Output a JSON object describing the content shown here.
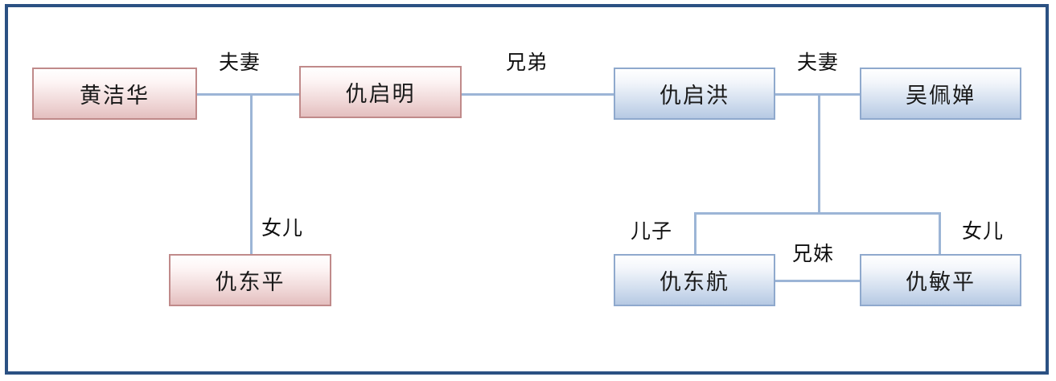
{
  "diagram": {
    "title": "family-relationship-chart",
    "colors": {
      "frame": "#2b5183",
      "connector": "#9cb5d6",
      "pink_border": "#c08a8a",
      "pink_fill": "#e4bfbf",
      "blue_border": "#8fa9cd",
      "blue_fill": "#b6c9e3",
      "text": "#1a1a1a",
      "background": "#ffffff"
    },
    "nodes": [
      {
        "id": "huang-jiehua",
        "label": "黄洁华",
        "style": "pink"
      },
      {
        "id": "qiu-qiming",
        "label": "仇启明",
        "style": "pink"
      },
      {
        "id": "qiu-qihong",
        "label": "仇启洪",
        "style": "blue"
      },
      {
        "id": "wu-peichan",
        "label": "吴佩婵",
        "style": "blue"
      },
      {
        "id": "qiu-dongping",
        "label": "仇东平",
        "style": "pink"
      },
      {
        "id": "qiu-donghang",
        "label": "仇东航",
        "style": "blue"
      },
      {
        "id": "qiu-minping",
        "label": "仇敏平",
        "style": "blue"
      }
    ],
    "relations": [
      {
        "id": "rel-couple-left",
        "label": "夫妻",
        "from": "huang-jiehua",
        "to": "qiu-qiming"
      },
      {
        "id": "rel-brothers",
        "label": "兄弟",
        "from": "qiu-qiming",
        "to": "qiu-qihong"
      },
      {
        "id": "rel-couple-right",
        "label": "夫妻",
        "from": "qiu-qihong",
        "to": "wu-peichan"
      },
      {
        "id": "rel-daughter-left",
        "label": "女儿",
        "from": "qiu-qiming",
        "to": "qiu-dongping"
      },
      {
        "id": "rel-son",
        "label": "儿子",
        "from": "qiu-qihong",
        "to": "qiu-donghang"
      },
      {
        "id": "rel-daughter-right",
        "label": "女儿",
        "from": "qiu-qihong",
        "to": "qiu-minping"
      },
      {
        "id": "rel-siblings",
        "label": "兄妹",
        "from": "qiu-donghang",
        "to": "qiu-minping"
      }
    ]
  }
}
